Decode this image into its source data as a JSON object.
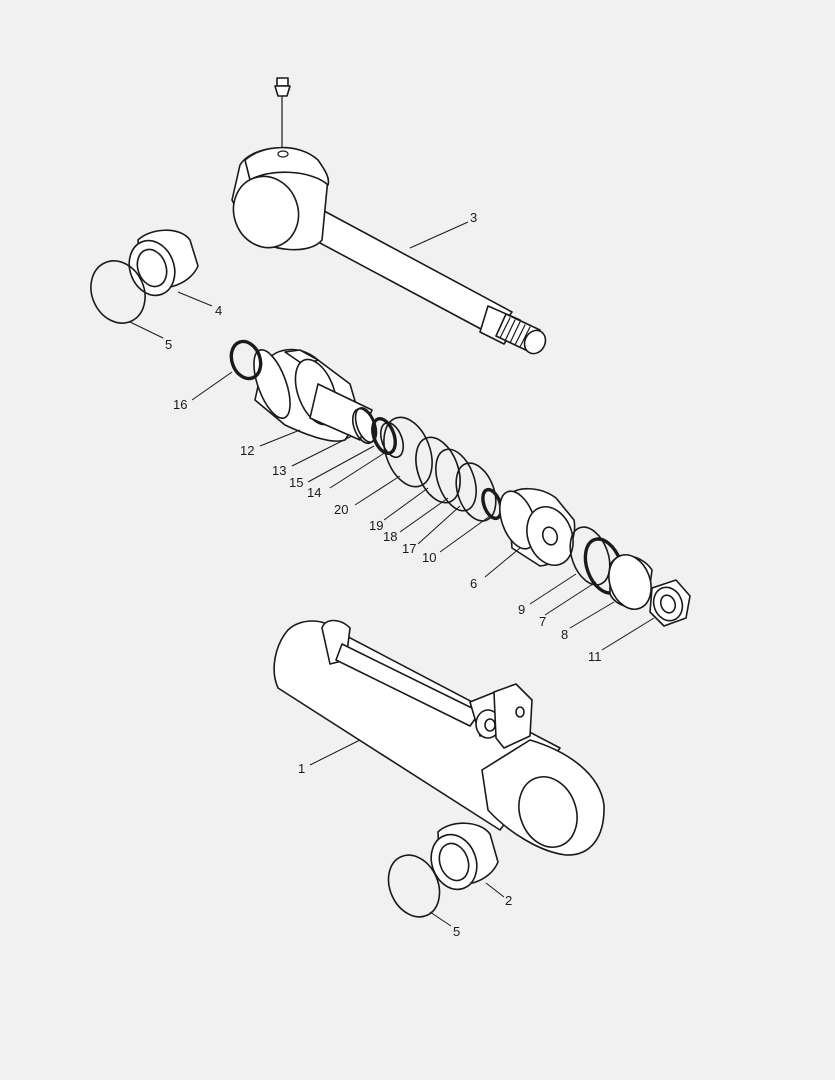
{
  "callouts": [
    {
      "id": "c1",
      "text": "1"
    },
    {
      "id": "c2",
      "text": "2"
    },
    {
      "id": "c3",
      "text": "3"
    },
    {
      "id": "c4",
      "text": "4"
    },
    {
      "id": "c5a",
      "text": "5"
    },
    {
      "id": "c5b",
      "text": "5"
    },
    {
      "id": "c6",
      "text": "6"
    },
    {
      "id": "c7",
      "text": "7"
    },
    {
      "id": "c8",
      "text": "8"
    },
    {
      "id": "c9",
      "text": "9"
    },
    {
      "id": "c10",
      "text": "10"
    },
    {
      "id": "c11",
      "text": "11"
    },
    {
      "id": "c12",
      "text": "12"
    },
    {
      "id": "c13",
      "text": "13"
    },
    {
      "id": "c14",
      "text": "14"
    },
    {
      "id": "c15",
      "text": "15"
    },
    {
      "id": "c16",
      "text": "16"
    },
    {
      "id": "c17",
      "text": "17"
    },
    {
      "id": "c18",
      "text": "18"
    },
    {
      "id": "c19",
      "text": "19"
    },
    {
      "id": "c20",
      "text": "20"
    }
  ],
  "colors": {
    "background": "#f1f1f1",
    "line": "#1a1a1a",
    "fill": "#ffffff"
  }
}
